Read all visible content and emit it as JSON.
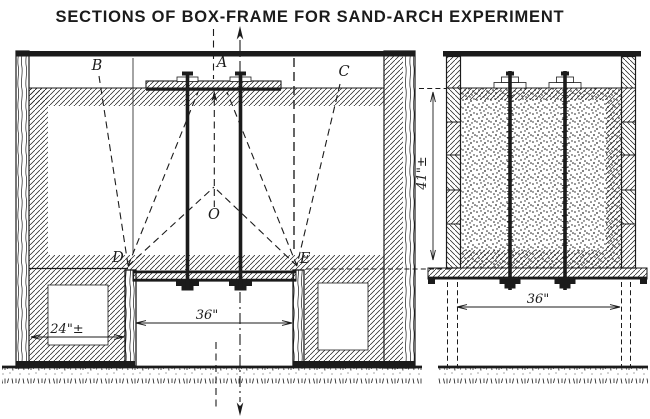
{
  "title": "SECTIONS OF BOX-FRAME FOR SAND-ARCH EXPERIMENT",
  "point_labels": {
    "a": "A",
    "b": "B",
    "c": "C",
    "d": "D",
    "e": "E",
    "o": "O"
  },
  "dimensions": {
    "front_pedestal_width": "24\"±",
    "front_opening_width": "36\"",
    "side_sand_depth": "41\"±",
    "side_opening_width": "36\""
  },
  "colors": {
    "ink": "#1b1b1b",
    "paper": "#ffffff"
  }
}
